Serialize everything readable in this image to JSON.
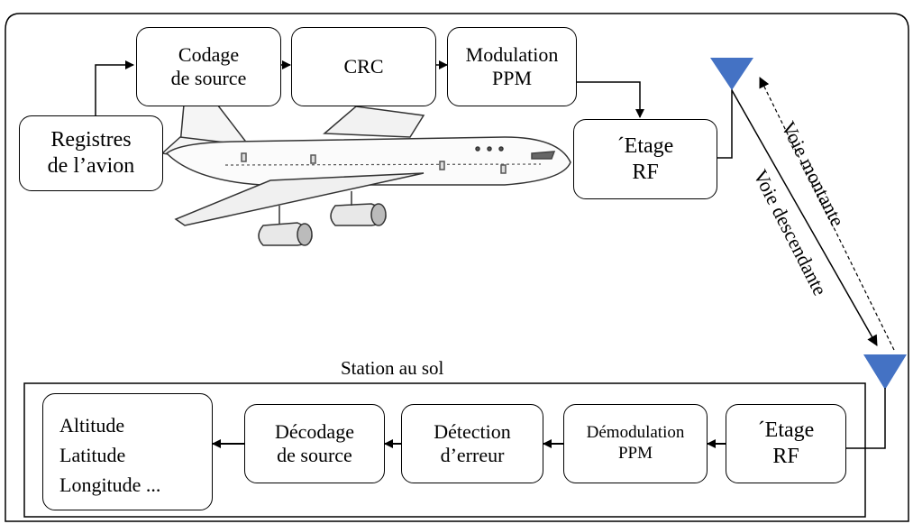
{
  "tx": {
    "registres": "Registres\nde l’avion",
    "codage": "Codage\nde source",
    "crc": "CRC",
    "modulation": "Modulation\nPPM",
    "etage_tx": "´Etage\nRF"
  },
  "rx": {
    "station_label": "Station au sol",
    "etage_rx": "´Etage\nRF",
    "demodulation": "Démodulation\nPPM",
    "detection": "Détection\nd’erreur",
    "decodage": "Décodage\nde source",
    "output": "Altitude\nLatitude\nLongitude ..."
  },
  "links": {
    "uplink": "Voie montante",
    "downlink": "Voie descendante"
  },
  "colors": {
    "antenna": "#4472C4",
    "line": "#000000"
  },
  "icons": [
    "airplane-illustration",
    "antenna-icon"
  ]
}
